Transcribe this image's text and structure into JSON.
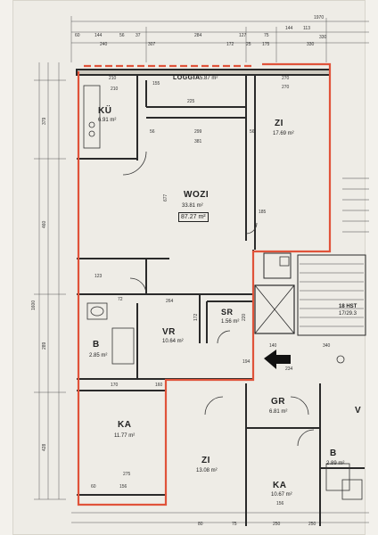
{
  "rooms": {
    "ku": {
      "name": "KÜ",
      "area": "6.91 m²"
    },
    "loggia": {
      "name": "LOGGIA",
      "area": "5.87 m²"
    },
    "zi_top": {
      "name": "ZI",
      "area": "17.69 m²"
    },
    "wozi": {
      "name": "WOZI",
      "area": "33.81 m²"
    },
    "total_area": "87.27 m²",
    "vr": {
      "name": "VR",
      "area": "10.64 m²"
    },
    "sr": {
      "name": "SR",
      "area": "1.56 m²"
    },
    "b_left": {
      "name": "B",
      "area": "2.85 m²"
    },
    "ka_left": {
      "name": "KA",
      "area": "11.77 m²"
    },
    "zi_bottom": {
      "name": "ZI",
      "area": "13.08 m²"
    },
    "gr": {
      "name": "GR",
      "area": "6.81 m²"
    },
    "ka_right": {
      "name": "KA",
      "area": "10.67 m²"
    },
    "b_right": {
      "name": "B",
      "area": "2.89 m²"
    },
    "hst": {
      "name": "18 HST",
      "sub": "17/29.3"
    },
    "v_partial": {
      "name": "V"
    }
  },
  "dimensions": {
    "top_total": "1970",
    "top_row": [
      "60",
      "144",
      "56",
      "37",
      "284",
      "127",
      "75",
      "144",
      "113",
      "330"
    ],
    "top_sub": [
      "240",
      "307",
      "172",
      "25",
      "175",
      "330"
    ],
    "left_total": "1600",
    "left_parts": [
      "379",
      "460",
      "289",
      "428"
    ],
    "inner": [
      "210",
      "155",
      "225",
      "210",
      "270",
      "270",
      "56",
      "299",
      "381",
      "56",
      "677",
      "123",
      "185",
      "72",
      "264",
      "172",
      "220",
      "194",
      "140",
      "234",
      "340",
      "170",
      "160",
      "275",
      "156",
      "60",
      "156",
      "80",
      "75",
      "250",
      "250"
    ]
  },
  "colors": {
    "outline": "#e0533a",
    "ink": "#2a2a2a",
    "paper": "#eeece6"
  }
}
